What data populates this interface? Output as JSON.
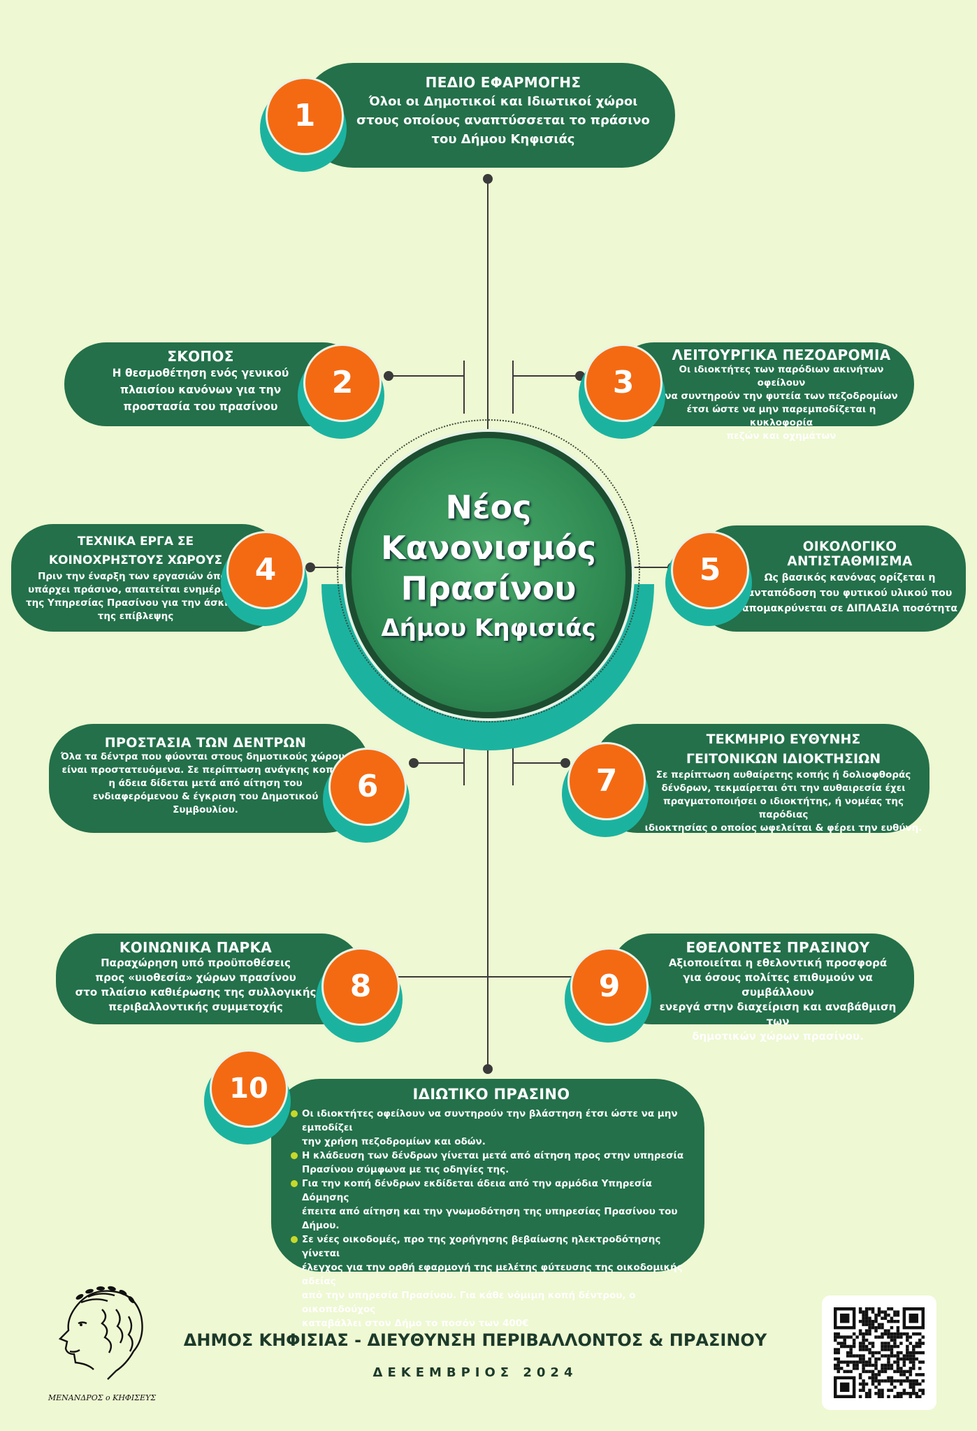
{
  "center": {
    "line1": "Νέος",
    "line2": "Κανονισμός",
    "line3": "Πρασίνου",
    "line4": "Δήμου Κηφισιάς"
  },
  "items": [
    {
      "number": "1",
      "title": "ΠΕΔΙΟ ΕΦΑΡΜΟΓΗΣ",
      "lines": [
        "Όλοι οι Δημοτικοί και Ιδιωτικοί χώροι",
        "στους οποίους αναπτύσσεται το πράσινο",
        "του Δήμου Κηφισιάς"
      ]
    },
    {
      "number": "2",
      "title": "ΣΚΟΠΟΣ",
      "lines": [
        "Η θεσμοθέτηση ενός γενικού",
        "πλαισίου κανόνων για την",
        "προστασία του πρασίνου"
      ]
    },
    {
      "number": "3",
      "title": "ΛΕΙΤΟΥΡΓΙΚΑ ΠΕΖΟΔΡΟΜΙΑ",
      "lines": [
        "Οι ιδιοκτήτες των παρόδιων ακινήτων οφείλουν",
        "να συντηρούν την φυτεία των πεζοδρομίων",
        "έτσι ώστε να μην παρεμποδίζεται η κυκλοφορία",
        "πεζών και οχημάτων"
      ]
    },
    {
      "number": "4",
      "title_lines": [
        "ΤΕΧΝΙΚΑ ΕΡΓΑ ΣΕ",
        "ΚΟΙΝΟΧΡΗΣΤΟΥΣ ΧΩΡΟΥΣ"
      ],
      "lines": [
        "Πριν την έναρξη των εργασιών όπου",
        "υπάρχει πράσινο, απαιτείται ενημέρωση",
        "της Υπηρεσίας Πρασίνου για την άσκηση",
        "της επίβλεψης"
      ]
    },
    {
      "number": "5",
      "title": "ΟΙΚΟΛΟΓΙΚΟ ΑΝΤΙΣΤΑΘΜΙΣΜΑ",
      "lines": [
        "Ως βασικός κανόνας ορίζεται η",
        "ανταπόδοση του φυτικού υλικού που",
        "απομακρύνεται σε ΔΙΠΛΑΣΙΑ ποσότητα"
      ]
    },
    {
      "number": "6",
      "title": "ΠΡΟΣΤΑΣΙΑ ΤΩΝ ΔΕΝΤΡΩΝ",
      "lines": [
        "Όλα τα δέντρα που φύονται στους δημοτικούς χώρους",
        "είναι προστατευόμενα. Σε περίπτωση ανάγκης κοπής,",
        "η άδεια δίδεται μετά από αίτηση του",
        "ενδιαφερόμενου & έγκριση του Δημοτικού",
        "Συμβουλίου."
      ]
    },
    {
      "number": "7",
      "title_lines": [
        "ΤΕΚΜΗΡΙΟ ΕΥΘΥΝΗΣ",
        "ΓΕΙΤΟΝΙΚΩΝ ΙΔΙΟΚΤΗΣΙΩΝ"
      ],
      "lines": [
        "Σε περίπτωση αυθαίρετης κοπής  ή δολιοφθοράς",
        "δένδρων, τεκμαίρεται ότι την αυθαιρεσία έχει",
        "πραγματοποιήσει ο ιδιοκτήτης, ή νομέας της παρόδιας",
        "ιδιοκτησίας ο οποίος ωφελείται & φέρει την ευθύνη."
      ]
    },
    {
      "number": "8",
      "title": "ΚΟΙΝΩΝΙΚΑ ΠΑΡΚΑ",
      "lines": [
        "Παραχώρηση υπό προϋποθέσεις",
        "προς «υιοθεσία» χώρων πρασίνου",
        "στο πλαίσιο καθιέρωσης της συλλογικής",
        "περιβαλλοντικής συμμετοχής"
      ]
    },
    {
      "number": "9",
      "title": "ΕΘΕΛΟΝΤΕΣ ΠΡΑΣΙΝΟΥ",
      "lines": [
        "Αξιοποιείται η εθελοντική προσφορά",
        "για όσους πολίτες επιθυμούν να συμβάλλουν",
        "ενεργά στην διαχείριση και αναβάθμιση των",
        "δημοτικών χώρων πρασίνου."
      ]
    },
    {
      "number": "10",
      "title": "ΙΔΙΩΤΙΚΟ ΠΡΑΣΙΝΟ",
      "bullets": [
        [
          "Οι ιδιοκτήτες οφείλουν να συντηρούν την βλάστηση έτσι ώστε να μην εμποδίζει",
          "την χρήση πεζοδρομίων και οδών."
        ],
        [
          "Η κλάδευση των δένδρων γίνεται μετά από αίτηση προς στην υπηρεσία",
          "Πρασίνου  σύμφωνα με τις οδηγίες της."
        ],
        [
          "Για την κοπή δένδρων εκδίδεται άδεια από την αρμόδια Υπηρεσία Δόμησης",
          "έπειτα από αίτηση και την γνωμοδότηση της υπηρεσίας Πρασίνου του Δήμου."
        ],
        [
          "Σε νέες οικοδομές, προ της χορήγησης βεβαίωσης ηλεκτροδότησης γίνεται",
          "έλεγχος για την ορθή εφαρμογή της μελέτης φύτευσης της οικοδομικής αδείας",
          "από την υπηρεσία Πρασίνου. Για κάθε νόμιμη κοπή δέντρου, ο οικοπεδούχος",
          "καταβάλλει στον Δήμο το ποσόν των 400€"
        ]
      ]
    }
  ],
  "footer": {
    "org": "ΔΗΜΟΣ ΚΗΦΙΣΙΑΣ - ΔΙΕΥΘΥΝΣΗ ΠΕΡΙΒΑΛΛΟΝΤΟΣ & ΠΡΑΣΙΝΟΥ",
    "date": "ΔΕΚΕΜΒΡΙΟΣ 2024",
    "logo_text": "ΜΕΝΑΝΔΡΟΣ ο ΚΗΦΙΣΕΥΣ"
  },
  "colors": {
    "background": "#eef8d2",
    "card": "#23704a",
    "number": "#f46a12",
    "accent": "#1bb3a0"
  }
}
